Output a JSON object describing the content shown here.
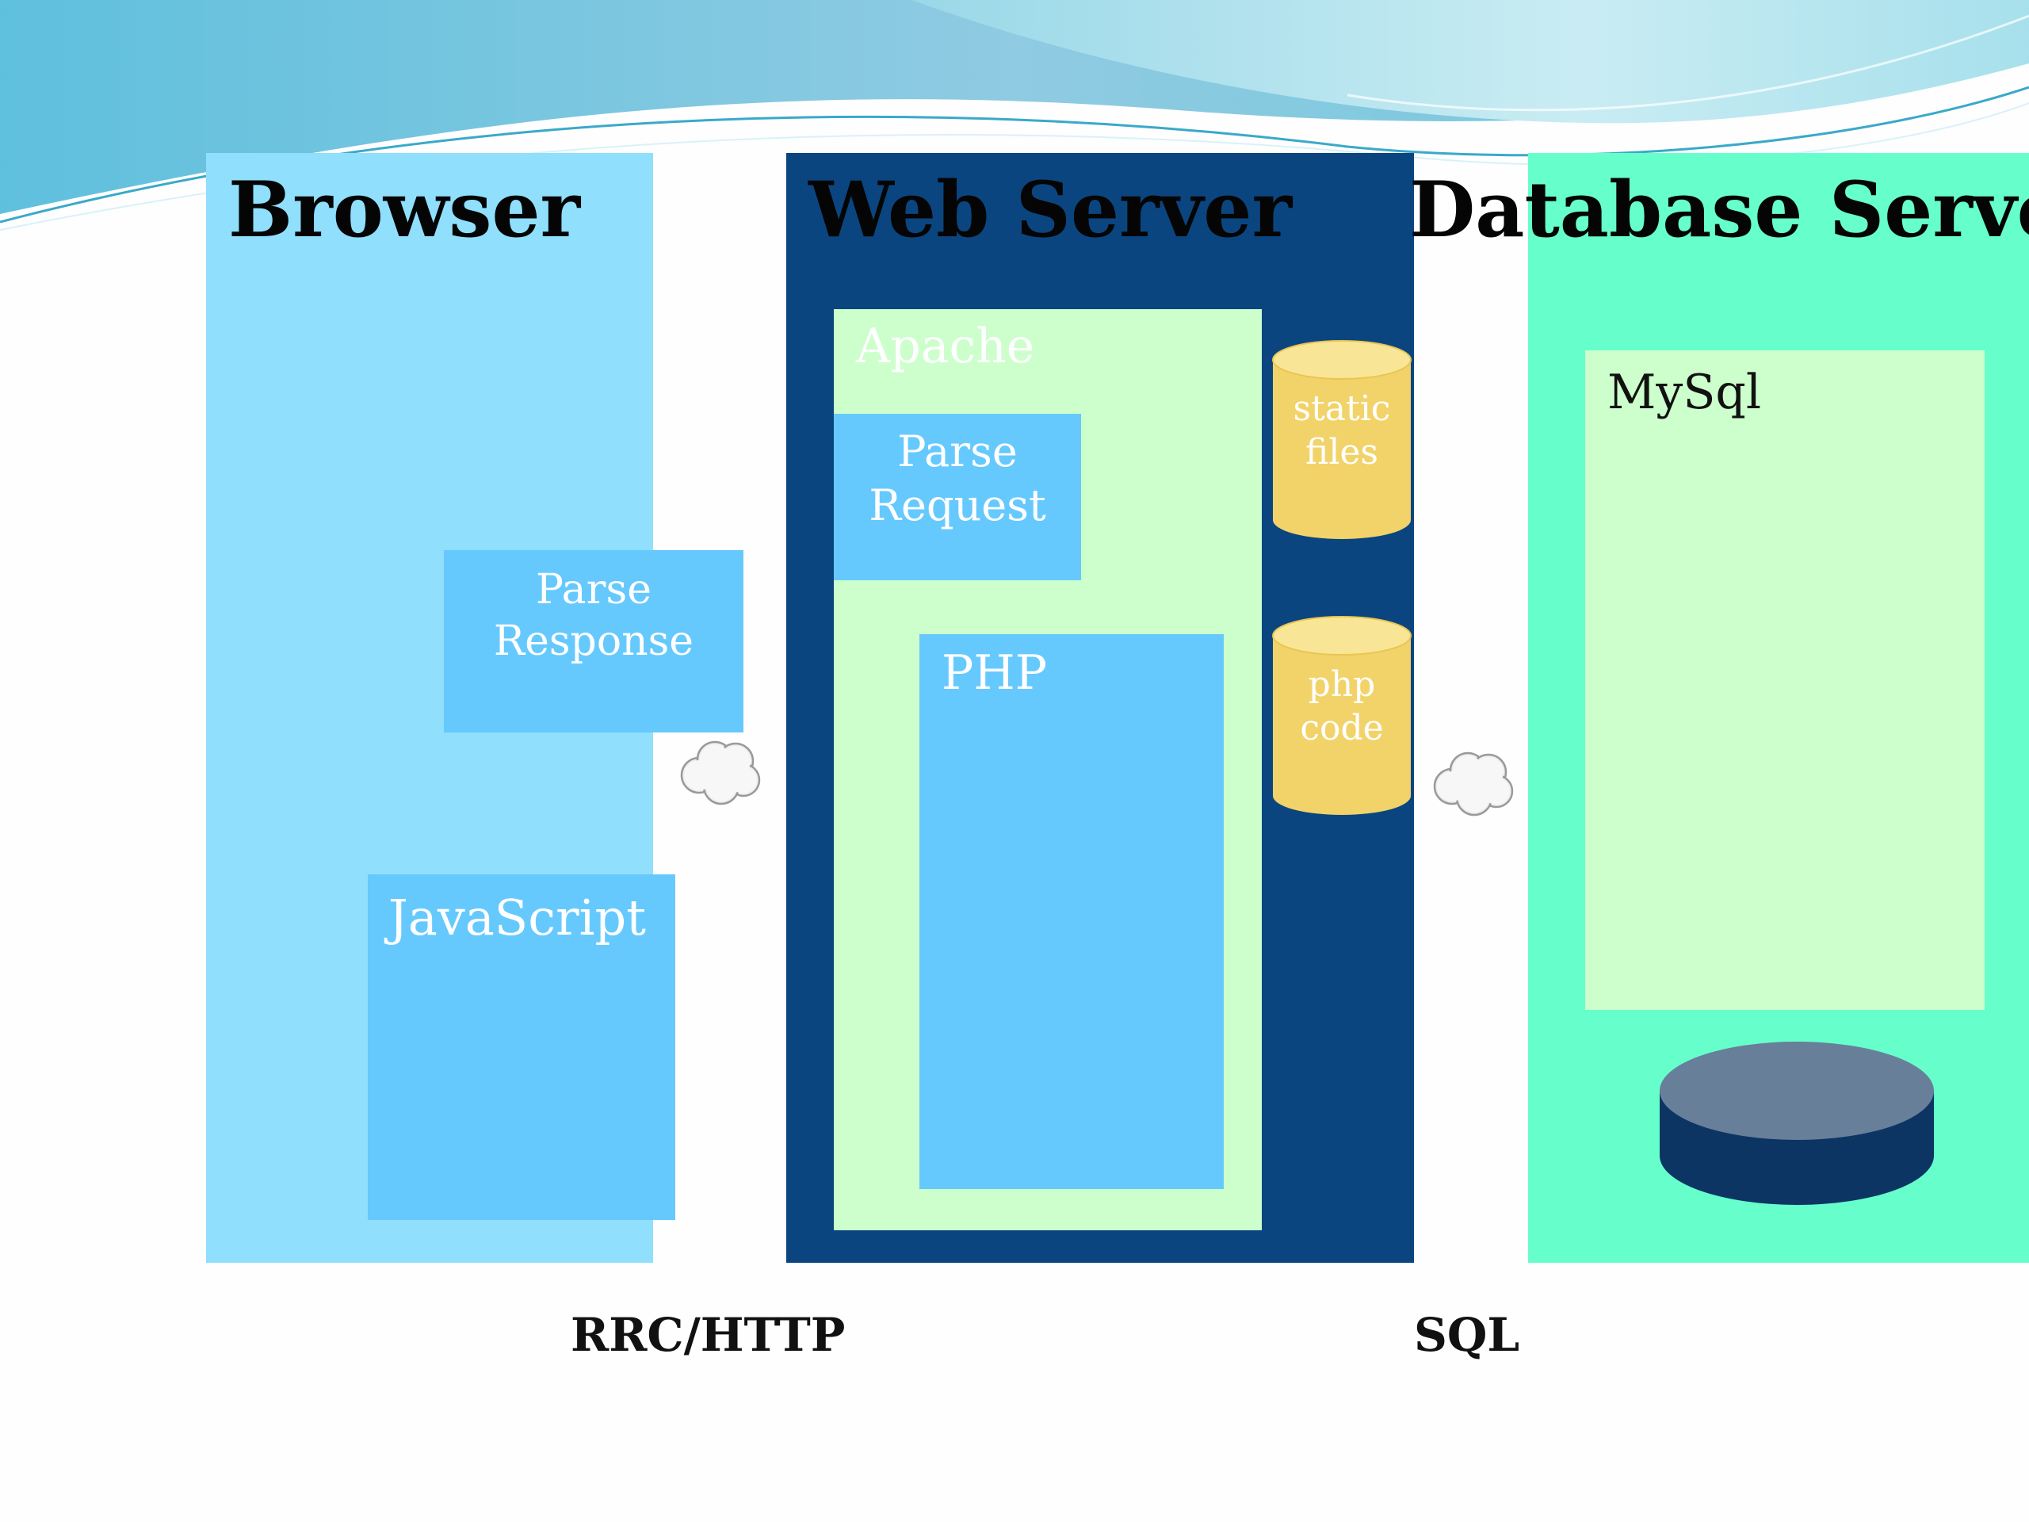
{
  "columns": {
    "browser": {
      "title": "Browser"
    },
    "web_server": {
      "title": "Web Server"
    },
    "database_server": {
      "title": "Database Server"
    }
  },
  "browser": {
    "parse_response": {
      "line1": "Parse",
      "line2": "Response"
    },
    "javascript": {
      "label": "JavaScript"
    }
  },
  "web_server": {
    "apache": {
      "label": "Apache"
    },
    "parse_request": {
      "line1": "Parse",
      "line2": "Request"
    },
    "php": {
      "label": "PHP"
    },
    "static_files": {
      "line1": "static",
      "line2": "files"
    },
    "php_code": {
      "line1": "php",
      "line2": "code"
    }
  },
  "database_server": {
    "mysql": {
      "label": "MySql"
    }
  },
  "connections": {
    "browser_web": "RRC/HTTP",
    "web_db": "SQL"
  },
  "colors": {
    "browser_bg": "#8fdffd",
    "web_server_bg": "#0b4580",
    "database_server_bg": "#66ffcc",
    "pale_green": "#ccffcc",
    "component_blue": "#66c9fd",
    "cylinder_yellow": "#f4d774",
    "db_cylinder": "#0d3563"
  }
}
